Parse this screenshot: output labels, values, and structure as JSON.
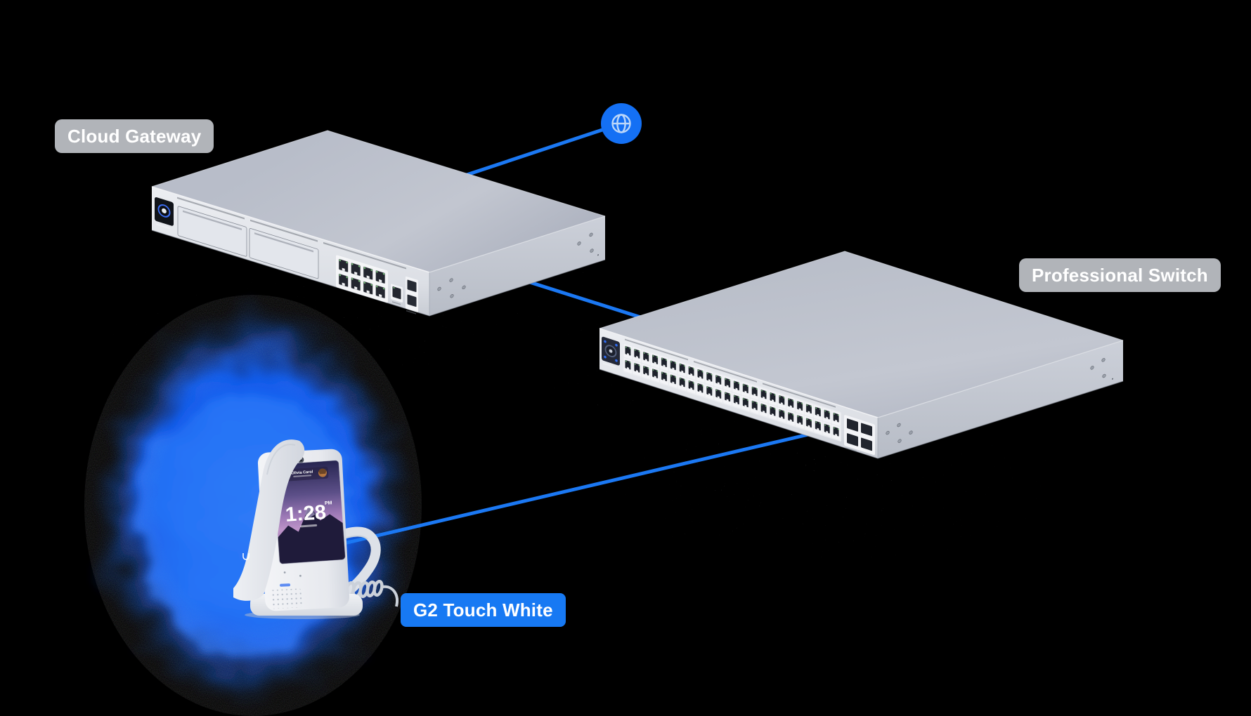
{
  "scene": {
    "background": "#000000",
    "description": "UniFi network topology diagram: cloud gateway linked to internet globe, professional switch, and G2 Touch phone"
  },
  "colors": {
    "accent_blue": "#1779f3",
    "glow_blue": "#1a68f3",
    "label_gray": "#bbbec3",
    "device_gray": "#bfc3ce"
  },
  "labels": {
    "cloud_gateway": "Cloud Gateway",
    "professional_switch": "Professional Switch",
    "g2_touch_white": "G2 Touch White"
  },
  "icons": {
    "globe": "internet-globe-icon"
  },
  "devices": {
    "cloud_gateway": {
      "label": "Cloud Gateway",
      "type": "rackmount gateway",
      "rj45_ports": 8,
      "wan_ports": 1,
      "sfp_slots": 2,
      "drive_bays": 2
    },
    "professional_switch": {
      "label": "Professional Switch",
      "type": "rackmount switch",
      "rj45_ports": 48,
      "sfp_slots": 4
    },
    "g2_touch": {
      "label": "G2 Touch White",
      "type": "touchscreen voip phone",
      "screen": {
        "time": "1:28",
        "period": "PM",
        "contact_name": "Olivia Carol"
      }
    }
  },
  "connections": [
    {
      "from": "cloud-gateway",
      "to": "internet-globe"
    },
    {
      "from": "cloud-gateway",
      "to": "professional-switch"
    },
    {
      "from": "professional-switch",
      "to": "g2-touch-white"
    }
  ]
}
